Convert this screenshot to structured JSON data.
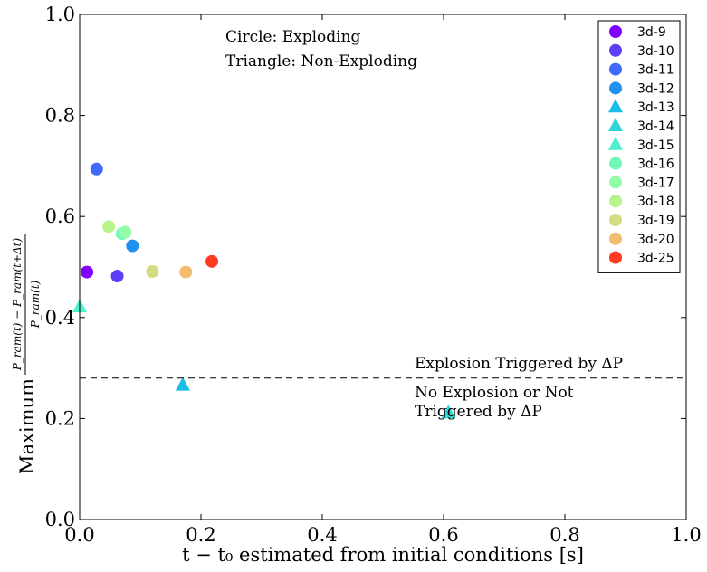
{
  "chart_data": {
    "type": "scatter",
    "xlabel": "t − t₀ estimated from initial conditions [s]",
    "ylabel_prefix": "Maximum",
    "ylabel_num": "P_ram(t) − P_ram(t+Δt)",
    "ylabel_den": "P_ram(t)",
    "xlim": [
      0.0,
      1.0
    ],
    "ylim": [
      0.0,
      1.0
    ],
    "xticks": [
      "0.0",
      "0.2",
      "0.4",
      "0.6",
      "0.8",
      "1.0"
    ],
    "yticks": [
      "0.0",
      "0.2",
      "0.4",
      "0.6",
      "0.8",
      "1.0"
    ],
    "grid": false,
    "legend_position": "top-right",
    "annotations": {
      "circle_note": "Circle: Exploding",
      "triangle_note": "Triangle: Non-Exploding",
      "above_line": "Explosion Triggered by ΔP",
      "below_line_1": "No Explosion or Not",
      "below_line_2": "Triggered by ΔP"
    },
    "threshold": 0.28,
    "series": [
      {
        "name": "3d-9",
        "marker": "circle",
        "color": "#8000ff",
        "points": [
          [
            0.012,
            0.49
          ]
        ]
      },
      {
        "name": "3d-10",
        "marker": "circle",
        "color": "#5f3ff5",
        "points": [
          [
            0.062,
            0.482
          ]
        ]
      },
      {
        "name": "3d-11",
        "marker": "circle",
        "color": "#3f6afa",
        "points": [
          [
            0.028,
            0.694
          ]
        ]
      },
      {
        "name": "3d-12",
        "marker": "circle",
        "color": "#2091ef",
        "points": [
          [
            0.087,
            0.542
          ]
        ]
      },
      {
        "name": "3d-13",
        "marker": "triangle",
        "color": "#15bfe9",
        "points": [
          [
            0.17,
            0.266
          ]
        ]
      },
      {
        "name": "3d-14",
        "marker": "triangle",
        "color": "#30d6d6",
        "points": [
          [
            0.608,
            0.211
          ]
        ]
      },
      {
        "name": "3d-15",
        "marker": "triangle",
        "color": "#4df0cd",
        "points": [
          [
            0.0,
            0.421
          ]
        ]
      },
      {
        "name": "3d-16",
        "marker": "circle",
        "color": "#6ff9b8",
        "points": [
          [
            0.07,
            0.566
          ]
        ]
      },
      {
        "name": "3d-17",
        "marker": "circle",
        "color": "#92fca7",
        "points": [
          [
            0.075,
            0.569
          ]
        ]
      },
      {
        "name": "3d-18",
        "marker": "circle",
        "color": "#b9f38c",
        "points": [
          [
            0.048,
            0.58
          ]
        ]
      },
      {
        "name": "3d-19",
        "marker": "circle",
        "color": "#d4db82",
        "points": [
          [
            0.12,
            0.491
          ]
        ]
      },
      {
        "name": "3d-20",
        "marker": "circle",
        "color": "#f4bd6d",
        "points": [
          [
            0.175,
            0.49
          ]
        ]
      },
      {
        "name": "3d-25",
        "marker": "circle",
        "color": "#ff3a22",
        "points": [
          [
            0.218,
            0.511
          ]
        ]
      }
    ]
  }
}
